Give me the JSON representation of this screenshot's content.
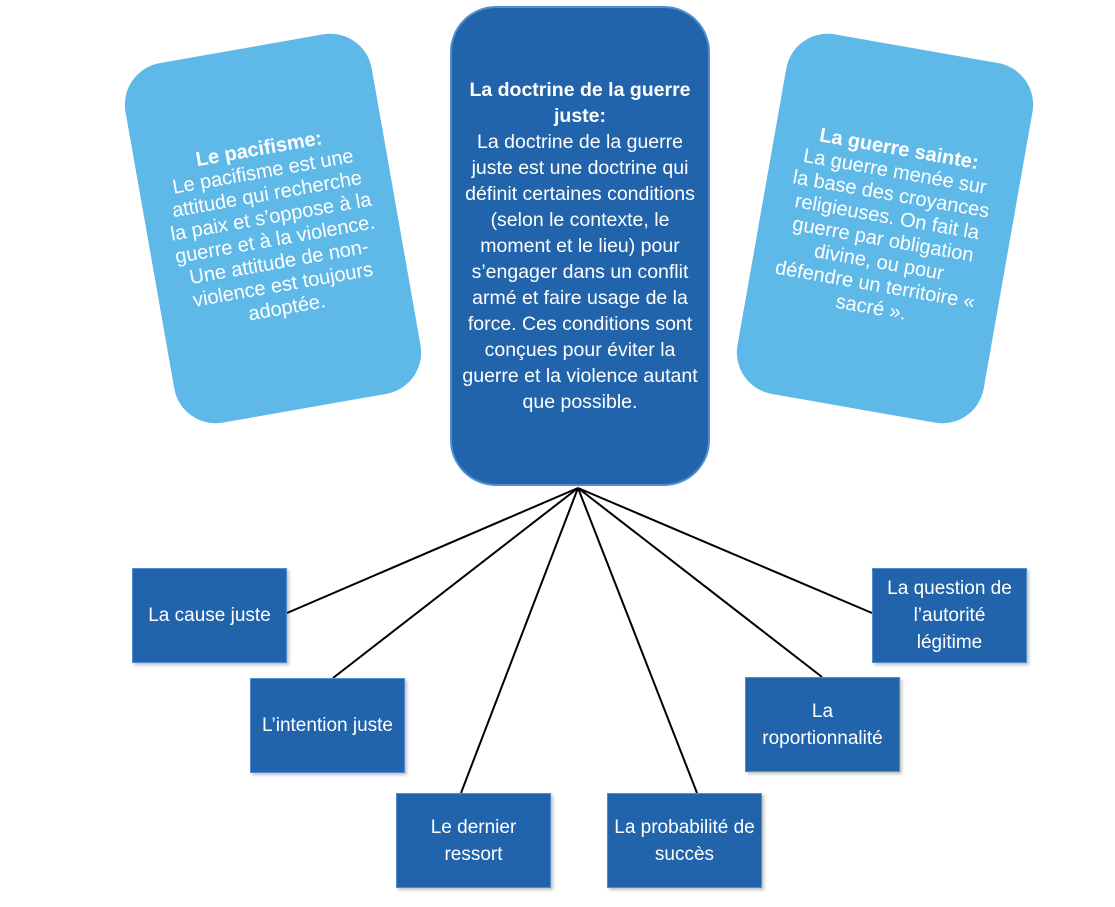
{
  "center": {
    "title": "La doctrine de la guerre juste:",
    "body": "La doctrine de la guerre juste est une doctrine qui définit certaines conditions (selon le contexte, le moment et le lieu) pour s’engager dans un conflit armé et faire usage de la force. Ces conditions sont conçues pour éviter la guerre et la violence autant que possible."
  },
  "pacifism": {
    "title": "Le pacifisme:",
    "body": "Le pacifisme est une attitude qui recherche la paix et s’oppose à la guerre et à la violence. Une attitude de non-violence est toujours adoptée."
  },
  "holy_war": {
    "title": "La guerre sainte:",
    "body": "La guerre menée sur la base des croyances religieuses. On fait la guerre par obligation divine, ou pour défendre un territoire « sacré »."
  },
  "conditions": [
    "La cause juste",
    "L’intention juste",
    "Le dernier ressort",
    "La probabilité de succès",
    "La roportionnalité",
    "La question de l’autorité légitime"
  ],
  "colors": {
    "dark_blue": "#2264ac",
    "light_blue": "#5fb9e8",
    "connector": "#000000"
  }
}
